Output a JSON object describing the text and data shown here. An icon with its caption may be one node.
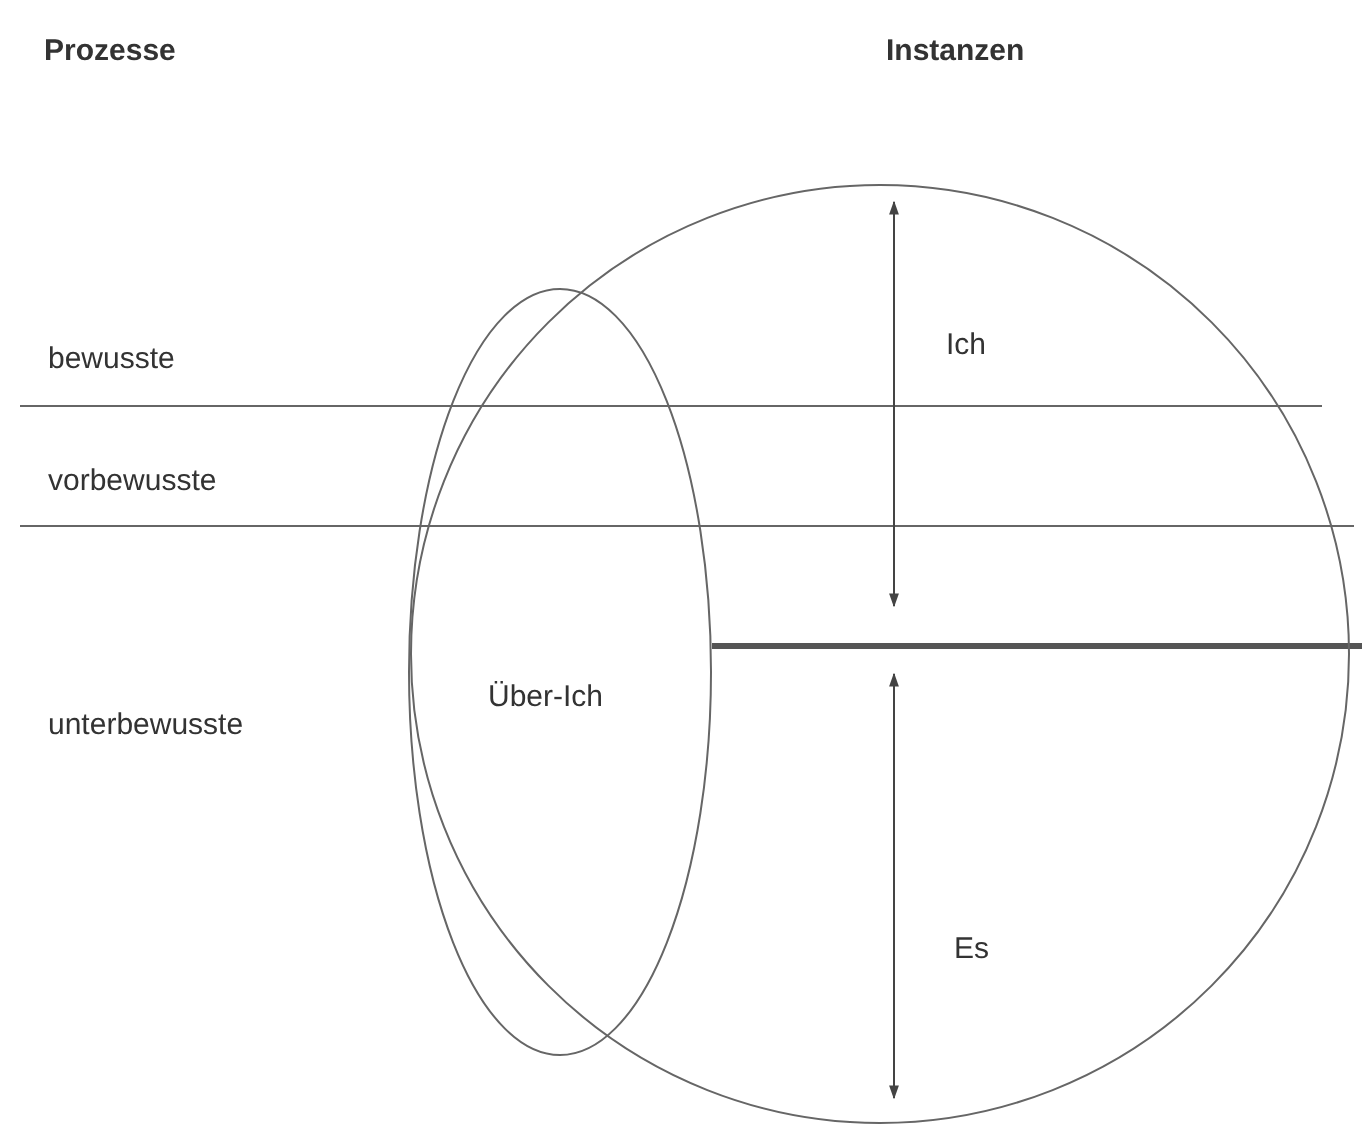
{
  "diagram": {
    "nodes": [
      {
        "text": [
          "Ich",
          "Es"
        ]
      },
      {
        "text": [
          "Über-Ich"
        ],
        "in": 0
      }
    ],
    "labels": [
      "Prozesse",
      "Instanzen",
      "bewusste",
      "vorbewusste",
      "unterbewusste"
    ]
  }
}
